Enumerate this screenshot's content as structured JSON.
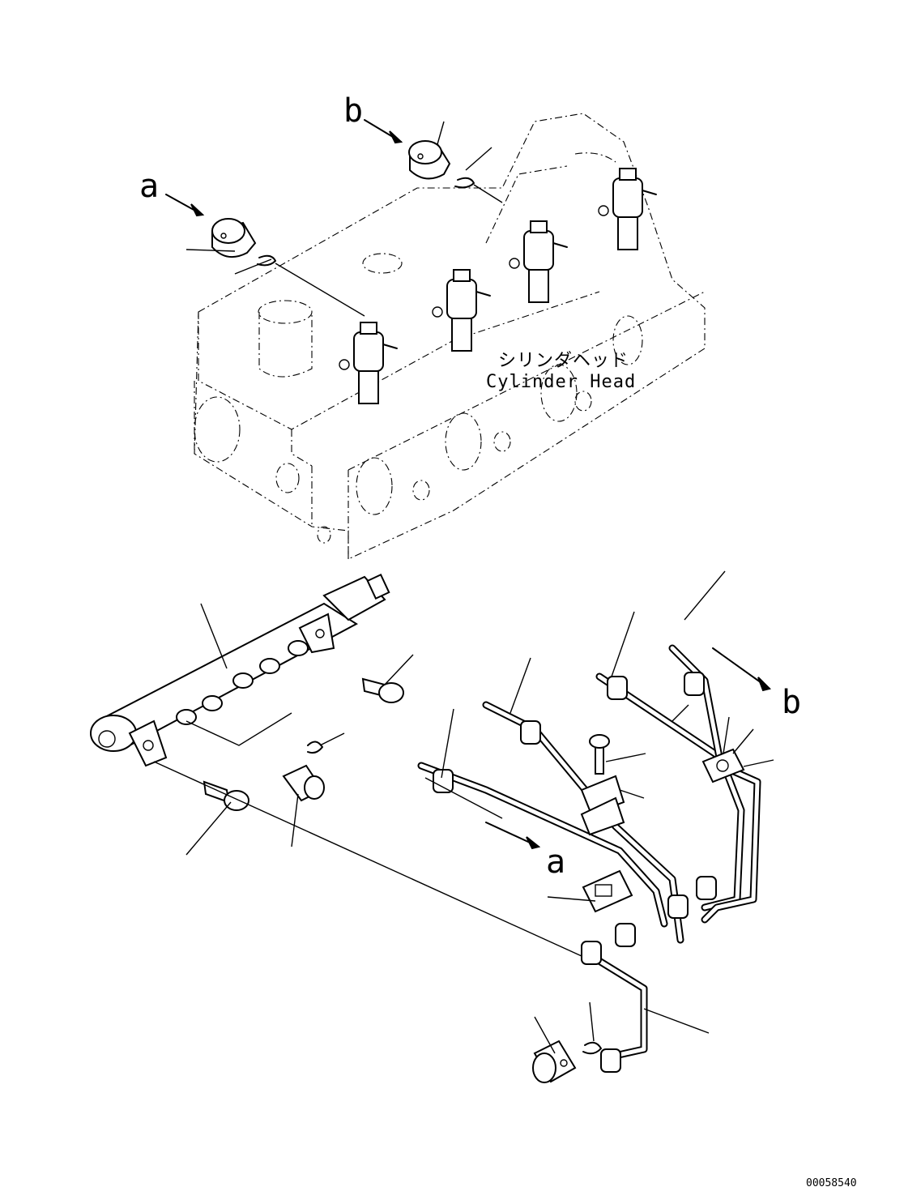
{
  "labels": {
    "ref_a_top": "a",
    "ref_b_top": "b",
    "ref_a_bottom": "a",
    "ref_b_bottom": "b",
    "cylinder_head_jp": "シリンダヘッド",
    "cylinder_head_en": "Cylinder Head",
    "drawing_number": "00058540"
  }
}
